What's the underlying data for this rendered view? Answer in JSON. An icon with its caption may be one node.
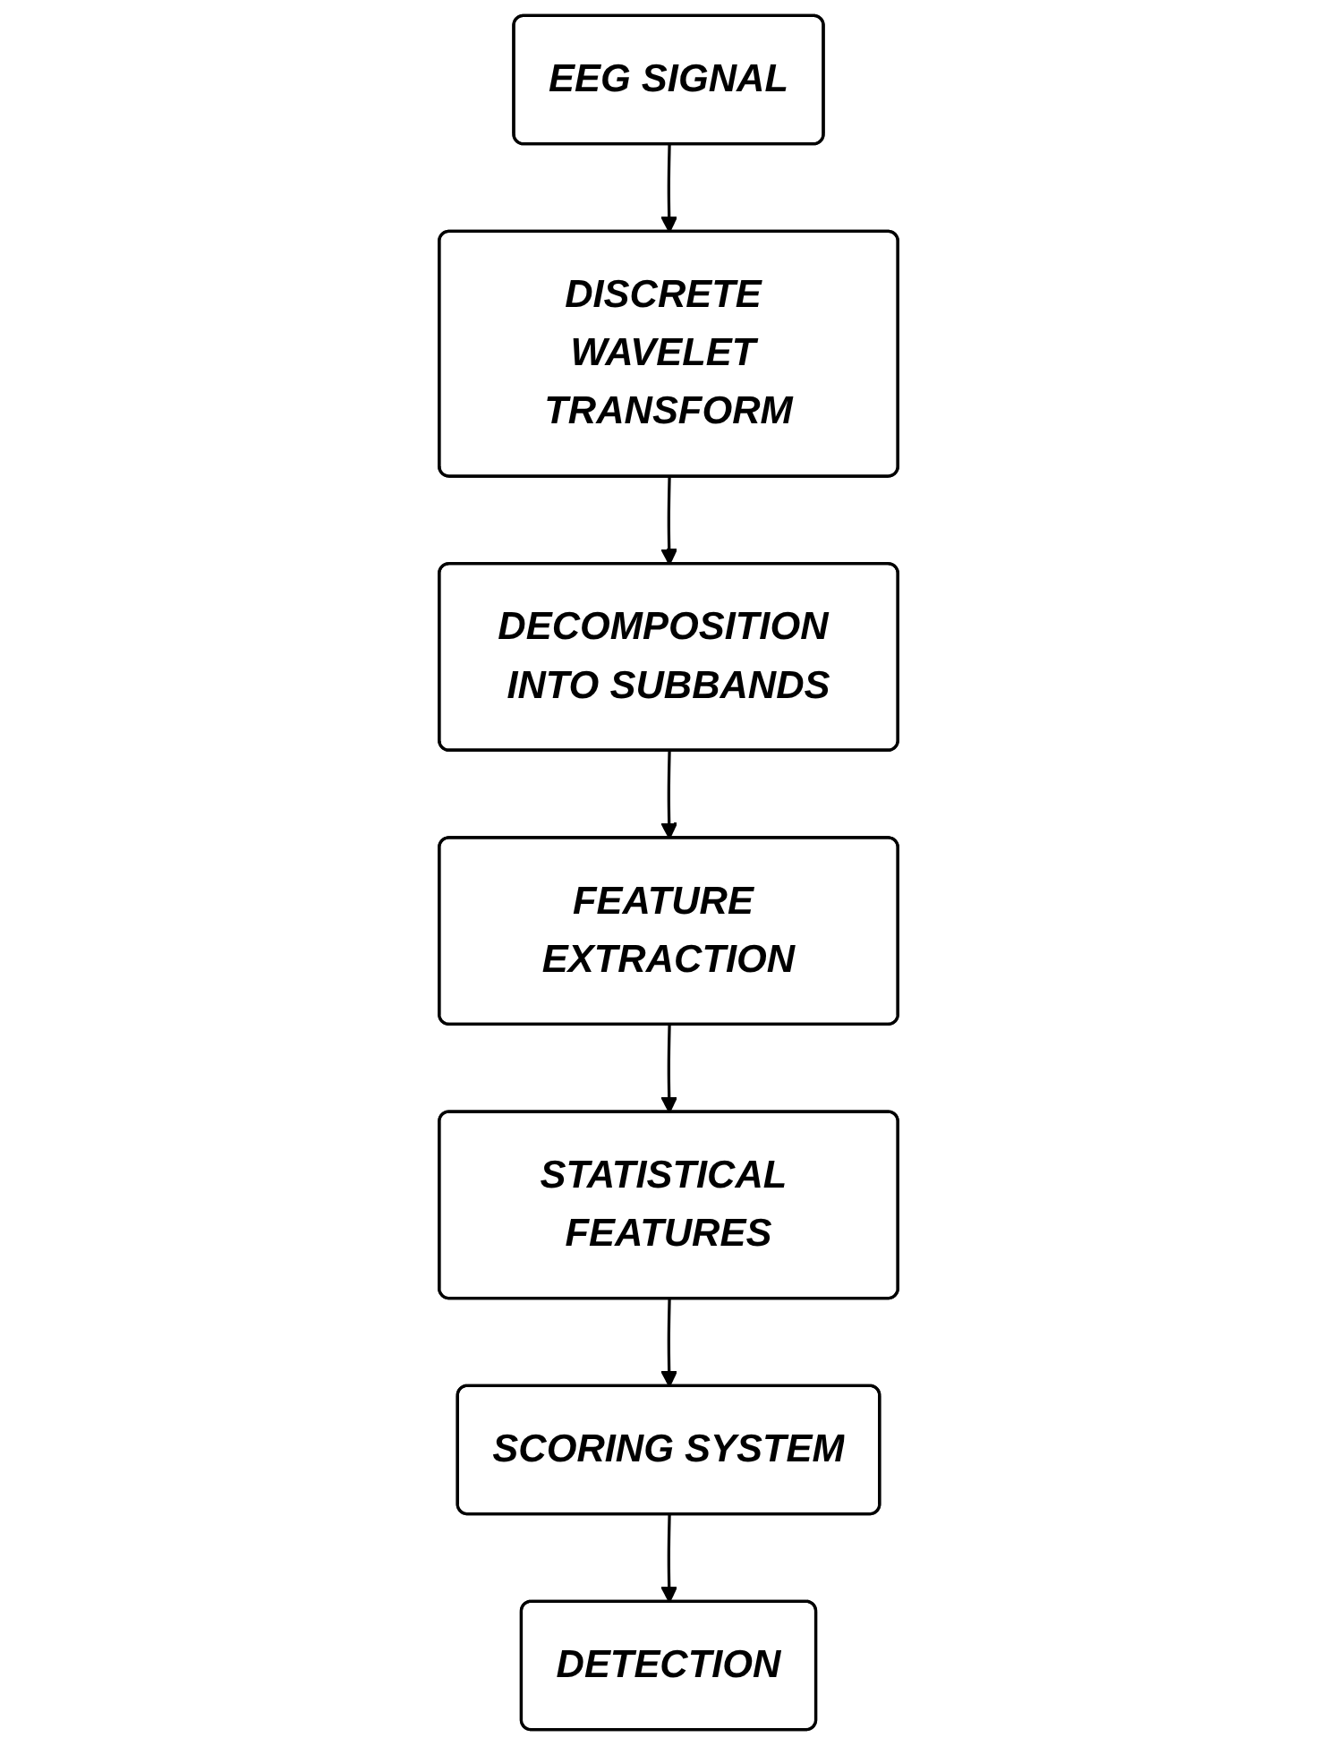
{
  "diagram": {
    "nodes": [
      {
        "text": [
          "EEG SIGNAL"
        ]
      },
      {
        "text": [
          "DISCRETE WAVELET TRANSFORM"
        ]
      },
      {
        "text": [
          "DECOMPOSITION INTO SUBBANDS"
        ]
      },
      {
        "text": [
          "FEATURE EXTRACTION"
        ]
      },
      {
        "text": [
          "STATISTICAL FEATURES"
        ]
      },
      {
        "text": [
          "SCORING SYSTEM"
        ]
      },
      {
        "text": [
          "DETECTION"
        ]
      }
    ],
    "edges": [
      {
        "from": 0,
        "to": 1,
        "arrow": "to"
      },
      {
        "from": 1,
        "to": 2,
        "arrow": "to"
      },
      {
        "from": 2,
        "to": 3,
        "arrow": "to"
      },
      {
        "from": 3,
        "to": 4,
        "arrow": "to"
      },
      {
        "from": 4,
        "to": 5,
        "arrow": "to"
      },
      {
        "from": 5,
        "to": 6,
        "arrow": "to"
      }
    ]
  }
}
